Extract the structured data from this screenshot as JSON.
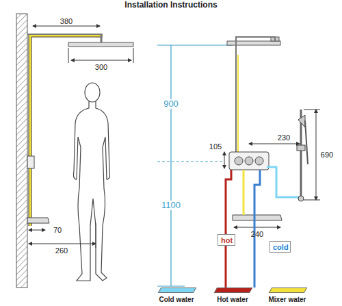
{
  "diagram": {
    "title": "Installation Instructions",
    "nodes": [
      {
        "text": [
          "hot"
        ]
      },
      {
        "text": [
          "cold"
        ]
      }
    ],
    "labels": [
      "380",
      "300",
      "900",
      "1100",
      "70",
      "260",
      "105",
      "230",
      "690",
      "240"
    ],
    "legend": [
      {
        "text": "Cold water",
        "color": "#7fd6f2"
      },
      {
        "text": "Hot water",
        "color": "#b5221c"
      },
      {
        "text": "Mixer water",
        "color": "#f3e23c"
      }
    ]
  }
}
